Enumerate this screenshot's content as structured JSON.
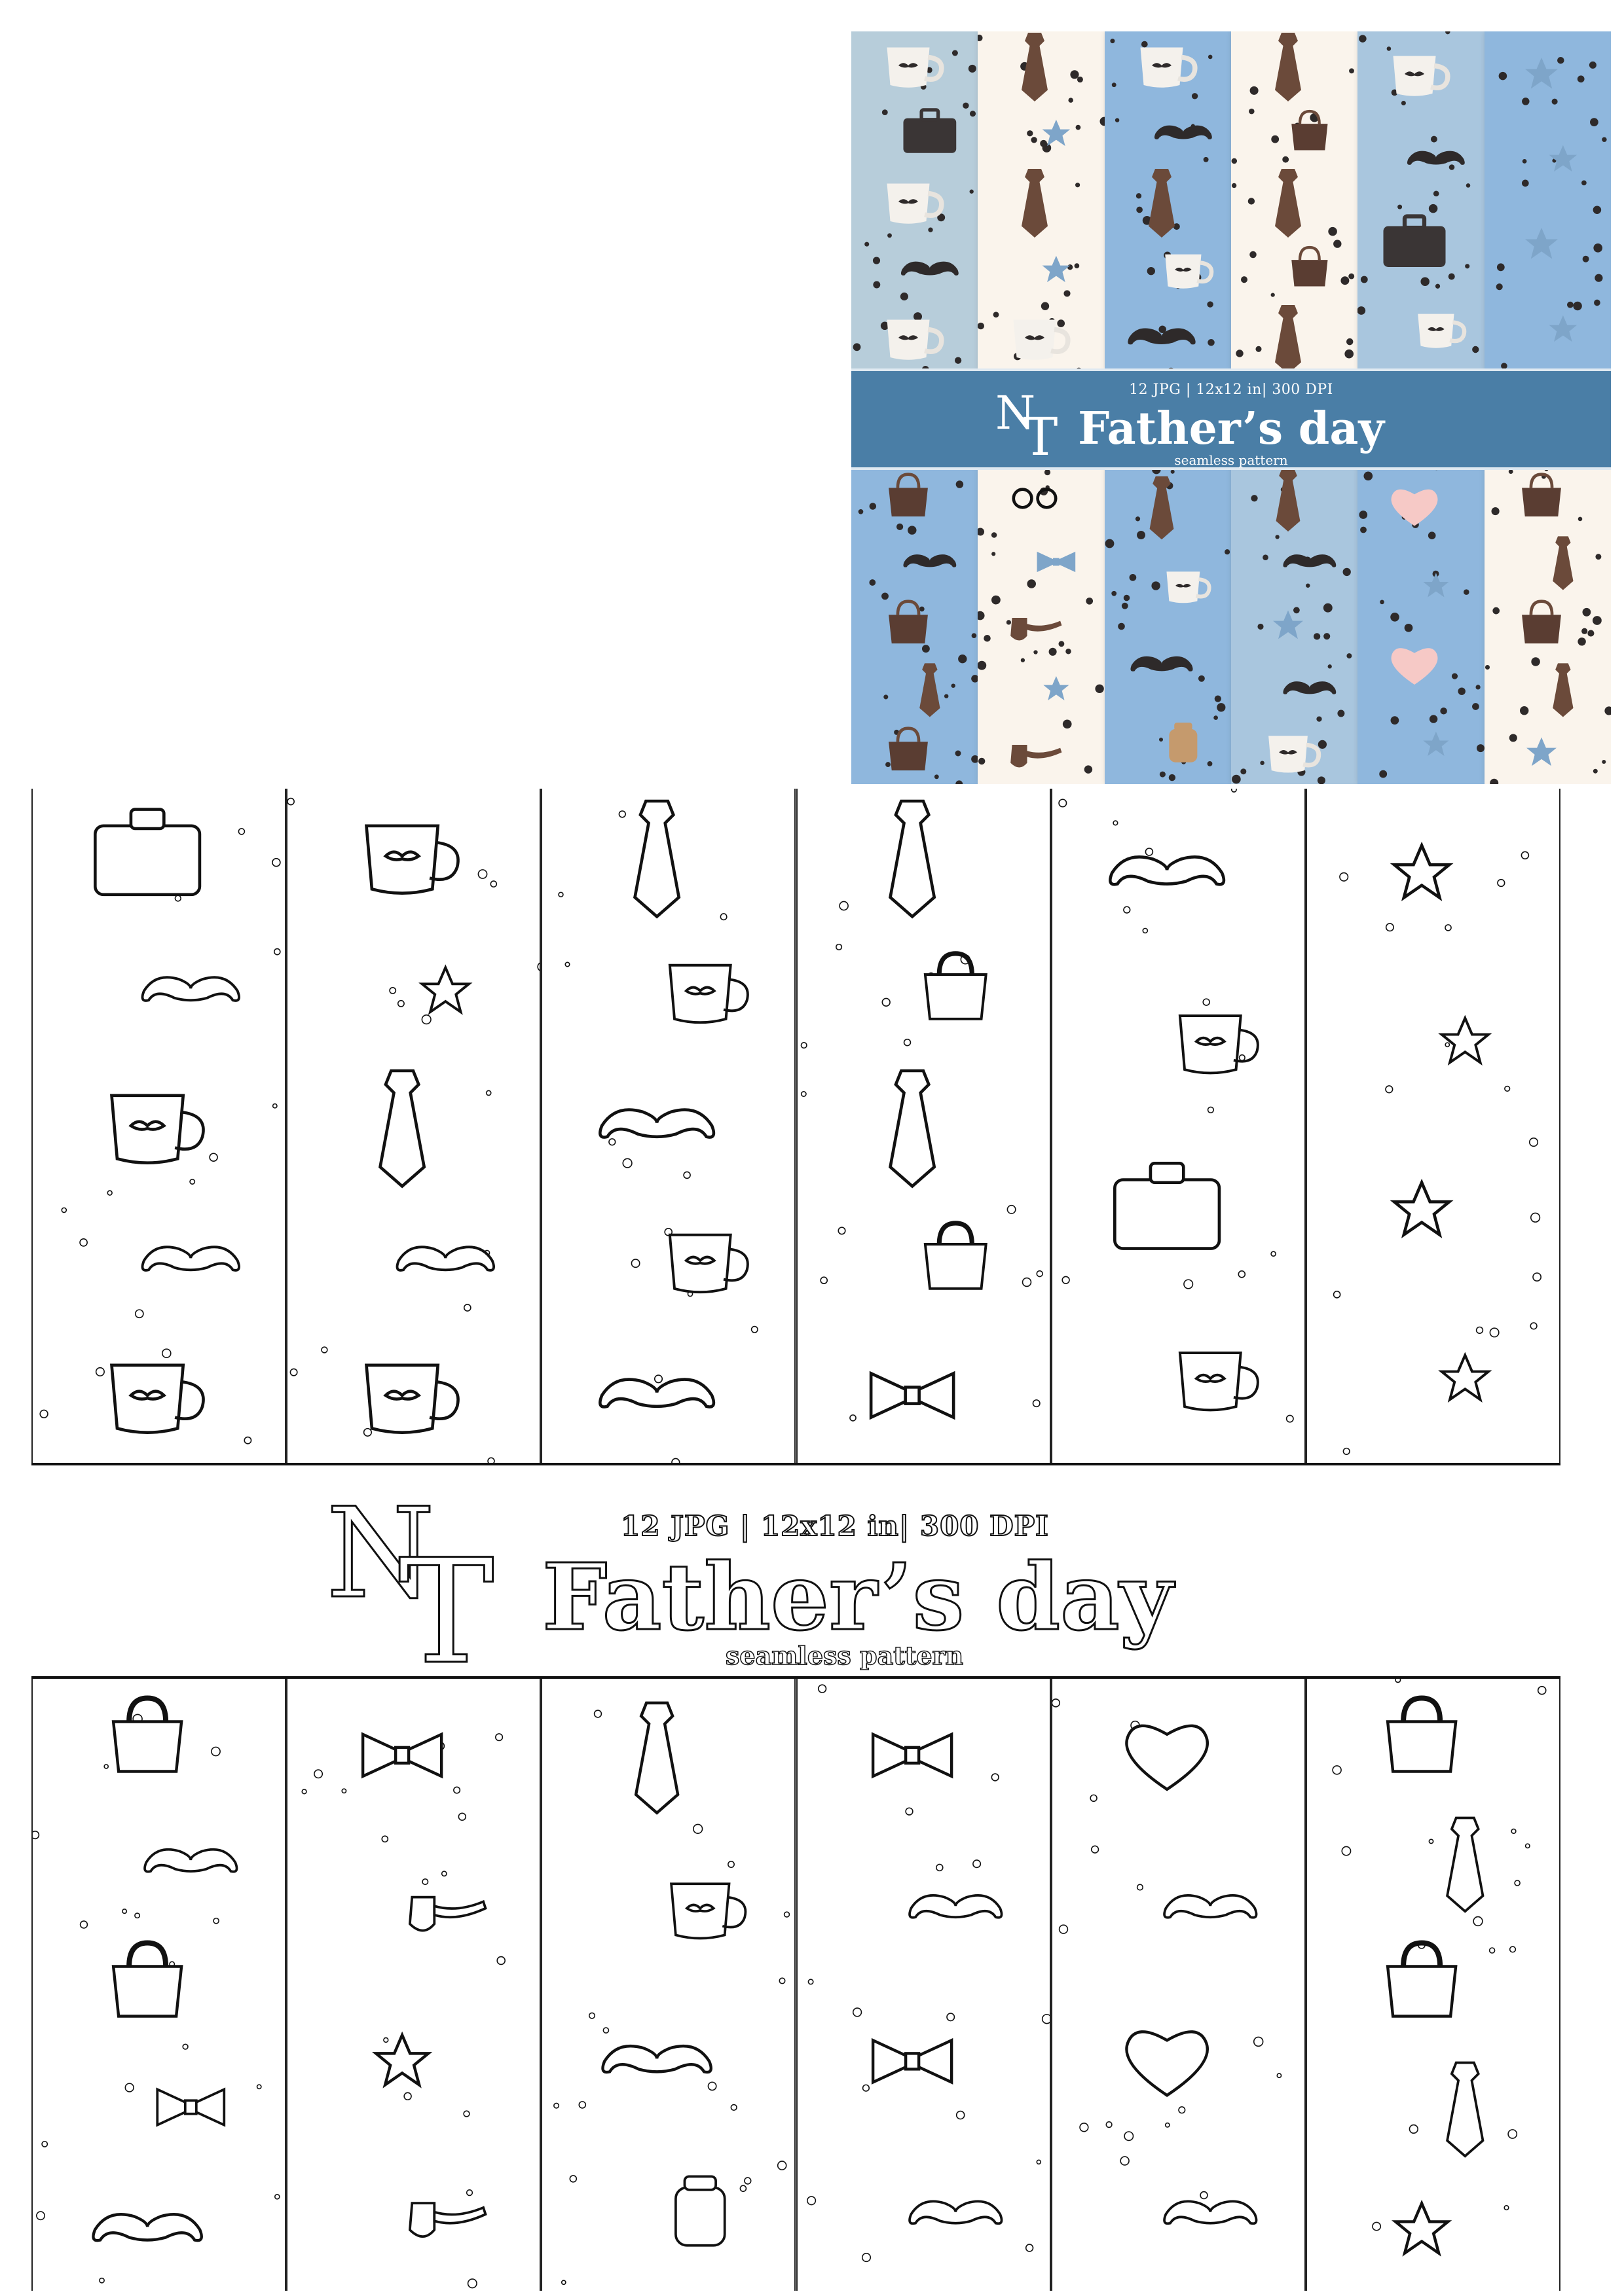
{
  "banner": {
    "specs": "12 JPG | 12x12 in| 300 DPI",
    "title": "Father’s day",
    "subtitle": "seamless pattern",
    "logo_letters": "NT"
  },
  "colors": {
    "banner_blue": "#4a7ea6",
    "sky": "#8fb7dd",
    "pale_blue": "#a9c6de",
    "cream": "#faf4ec",
    "brown": "#6b4a3a",
    "dark": "#2e2a2a",
    "star_blue": "#7ea5c9",
    "tan": "#c59a6d"
  },
  "preview_strips": {
    "top": [
      {
        "bg": "#b7cdda",
        "icons": [
          "cup",
          "briefcase",
          "cup",
          "mustache",
          "cup"
        ]
      },
      {
        "bg": "#faf4ec",
        "icons": [
          "tie",
          "star",
          "tie",
          "star",
          "cup"
        ]
      },
      {
        "bg": "#8fb7dd",
        "icons": [
          "cup",
          "mustache",
          "tie",
          "cup",
          "mustache"
        ]
      },
      {
        "bg": "#faf4ec",
        "icons": [
          "tie",
          "bag",
          "tie",
          "bag",
          "tie"
        ]
      },
      {
        "bg": "#a9c6de",
        "icons": [
          "cup",
          "mustache",
          "briefcase",
          "cup"
        ]
      },
      {
        "bg": "#8fb7dd",
        "icons": [
          "star",
          "star",
          "star",
          "star"
        ]
      }
    ],
    "bottom": [
      {
        "bg": "#8fb7dd",
        "icons": [
          "bag",
          "mustache",
          "bag",
          "tie",
          "bag"
        ]
      },
      {
        "bg": "#faf4ec",
        "icons": [
          "glasses",
          "bowtie",
          "pipe",
          "star",
          "pipe"
        ]
      },
      {
        "bg": "#8fb7dd",
        "icons": [
          "tie",
          "cup",
          "mustache",
          "jar"
        ]
      },
      {
        "bg": "#a9c6de",
        "icons": [
          "tie",
          "mustache",
          "star",
          "mustache",
          "cup"
        ]
      },
      {
        "bg": "#8fb7dd",
        "icons": [
          "heart",
          "star",
          "heart",
          "star"
        ]
      },
      {
        "bg": "#faf4ec",
        "icons": [
          "bag",
          "tie",
          "bag",
          "tie",
          "star"
        ]
      }
    ]
  },
  "outline_strips": {
    "top": [
      {
        "icons": [
          "briefcase",
          "mustache",
          "cup",
          "mustache",
          "cup"
        ]
      },
      {
        "icons": [
          "cup",
          "star",
          "tie",
          "mustache",
          "cup"
        ]
      },
      {
        "icons": [
          "tie",
          "cup",
          "mustache",
          "cup",
          "mustache"
        ]
      },
      {
        "icons": [
          "tie",
          "bag",
          "tie",
          "bag",
          "bowtie"
        ]
      },
      {
        "icons": [
          "mustache",
          "cup",
          "briefcase",
          "cup"
        ]
      },
      {
        "icons": [
          "star",
          "star",
          "star",
          "star"
        ]
      }
    ],
    "bottom": [
      {
        "icons": [
          "bag",
          "mustache",
          "bag",
          "bowtie",
          "mustache"
        ]
      },
      {
        "icons": [
          "bowtie",
          "pipe",
          "star",
          "pipe"
        ]
      },
      {
        "icons": [
          "tie",
          "cup",
          "mustache",
          "jar"
        ]
      },
      {
        "icons": [
          "bowtie",
          "mustache",
          "bowtie",
          "mustache"
        ]
      },
      {
        "icons": [
          "heart",
          "mustache",
          "heart",
          "mustache"
        ]
      },
      {
        "icons": [
          "bag",
          "tie",
          "bag",
          "tie",
          "star"
        ]
      }
    ]
  }
}
